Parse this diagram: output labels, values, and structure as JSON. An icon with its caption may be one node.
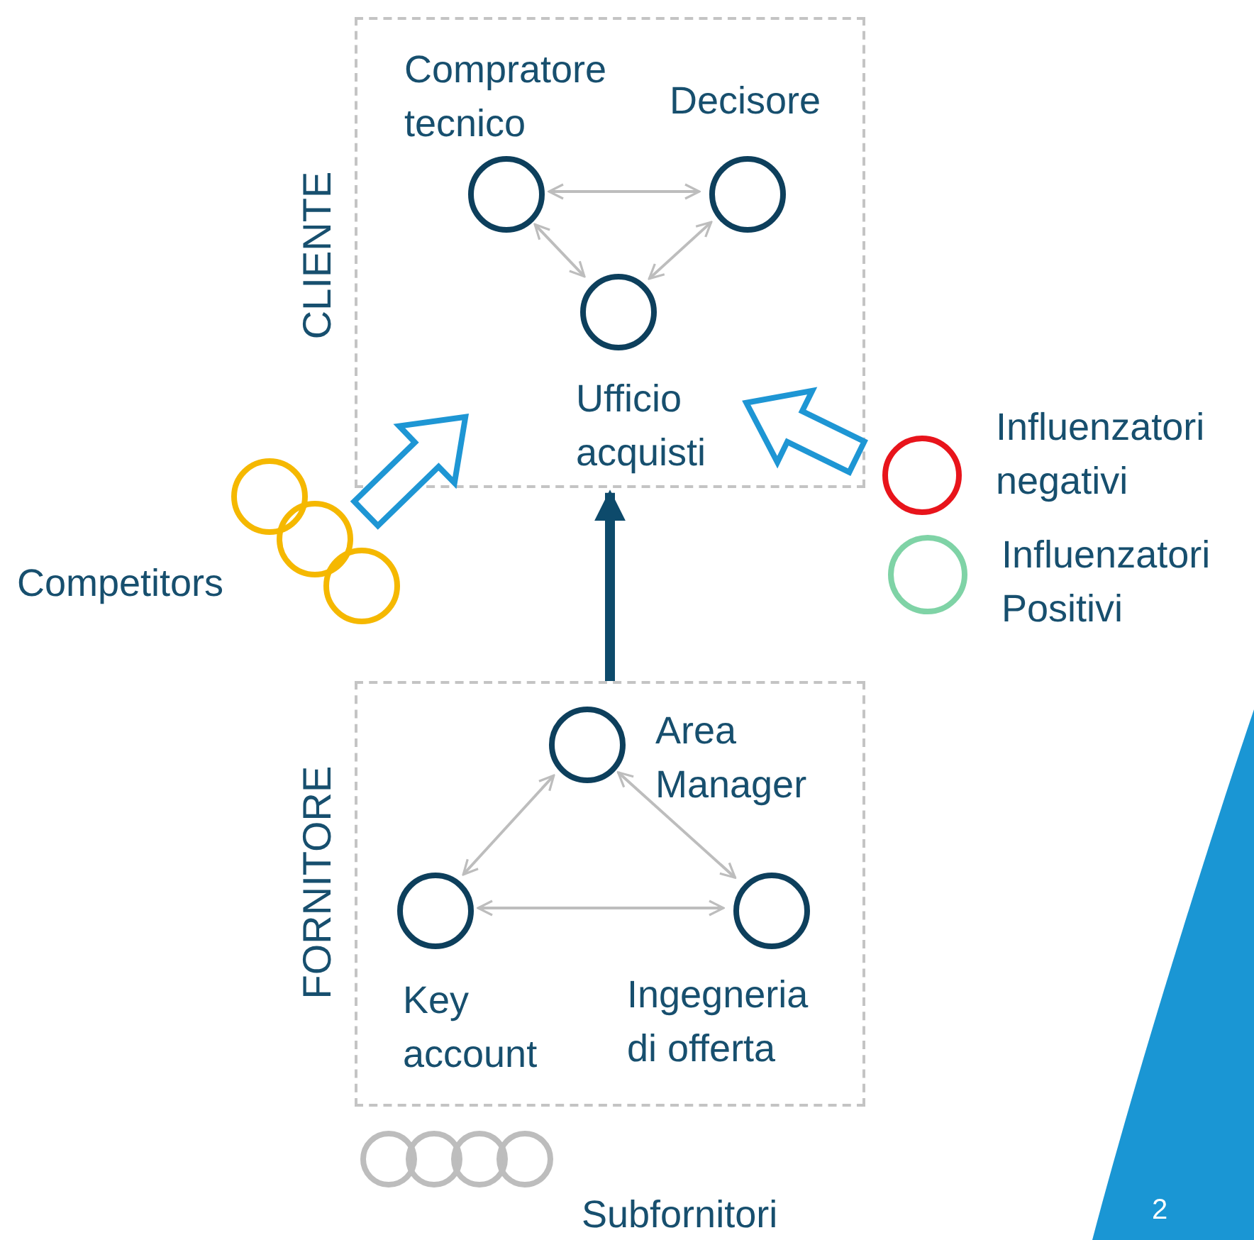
{
  "diagram": {
    "nodes": [
      {
        "text": [
          "CLIENTE"
        ]
      },
      {
        "text": [
          "Compratore tecnico"
        ],
        "in": 0
      },
      {
        "text": [
          "Decisore"
        ],
        "in": 0
      },
      {
        "text": [
          "Ufficio acquisti"
        ],
        "in": 0
      },
      {
        "text": [
          "FORNITORE"
        ]
      },
      {
        "text": [
          "Area Manager"
        ],
        "in": 4
      },
      {
        "text": [
          "Key account"
        ],
        "in": 4
      },
      {
        "text": [
          "Ingegneria di offerta"
        ],
        "in": 4
      },
      {
        "text": [
          "Competitors"
        ]
      },
      {
        "text": [
          "Influenzatori negativi"
        ]
      },
      {
        "text": [
          "Influenzatori Positivi"
        ]
      },
      {
        "text": [
          "Subfornitori"
        ]
      }
    ],
    "edges": [
      {
        "from": 1,
        "to": 2,
        "arrow": "both"
      },
      {
        "from": 1,
        "to": 3,
        "arrow": "both"
      },
      {
        "from": 2,
        "to": 3,
        "arrow": "both"
      },
      {
        "from": 5,
        "to": 6,
        "arrow": "both"
      },
      {
        "from": 5,
        "to": 7,
        "arrow": "both"
      },
      {
        "from": 6,
        "to": 7,
        "arrow": "both"
      },
      {
        "from": 4,
        "to": 0,
        "arrow": "to",
        "style": "thick",
        "color": "#0d4a6b"
      },
      {
        "from": 8,
        "to": 0,
        "arrow": "to",
        "style": "thick",
        "color": "#1e96d4"
      },
      {
        "from": 9,
        "to": 0,
        "arrow": "to",
        "style": "thick",
        "color": "#1e96d4"
      }
    ],
    "labels": [
      "2"
    ]
  }
}
